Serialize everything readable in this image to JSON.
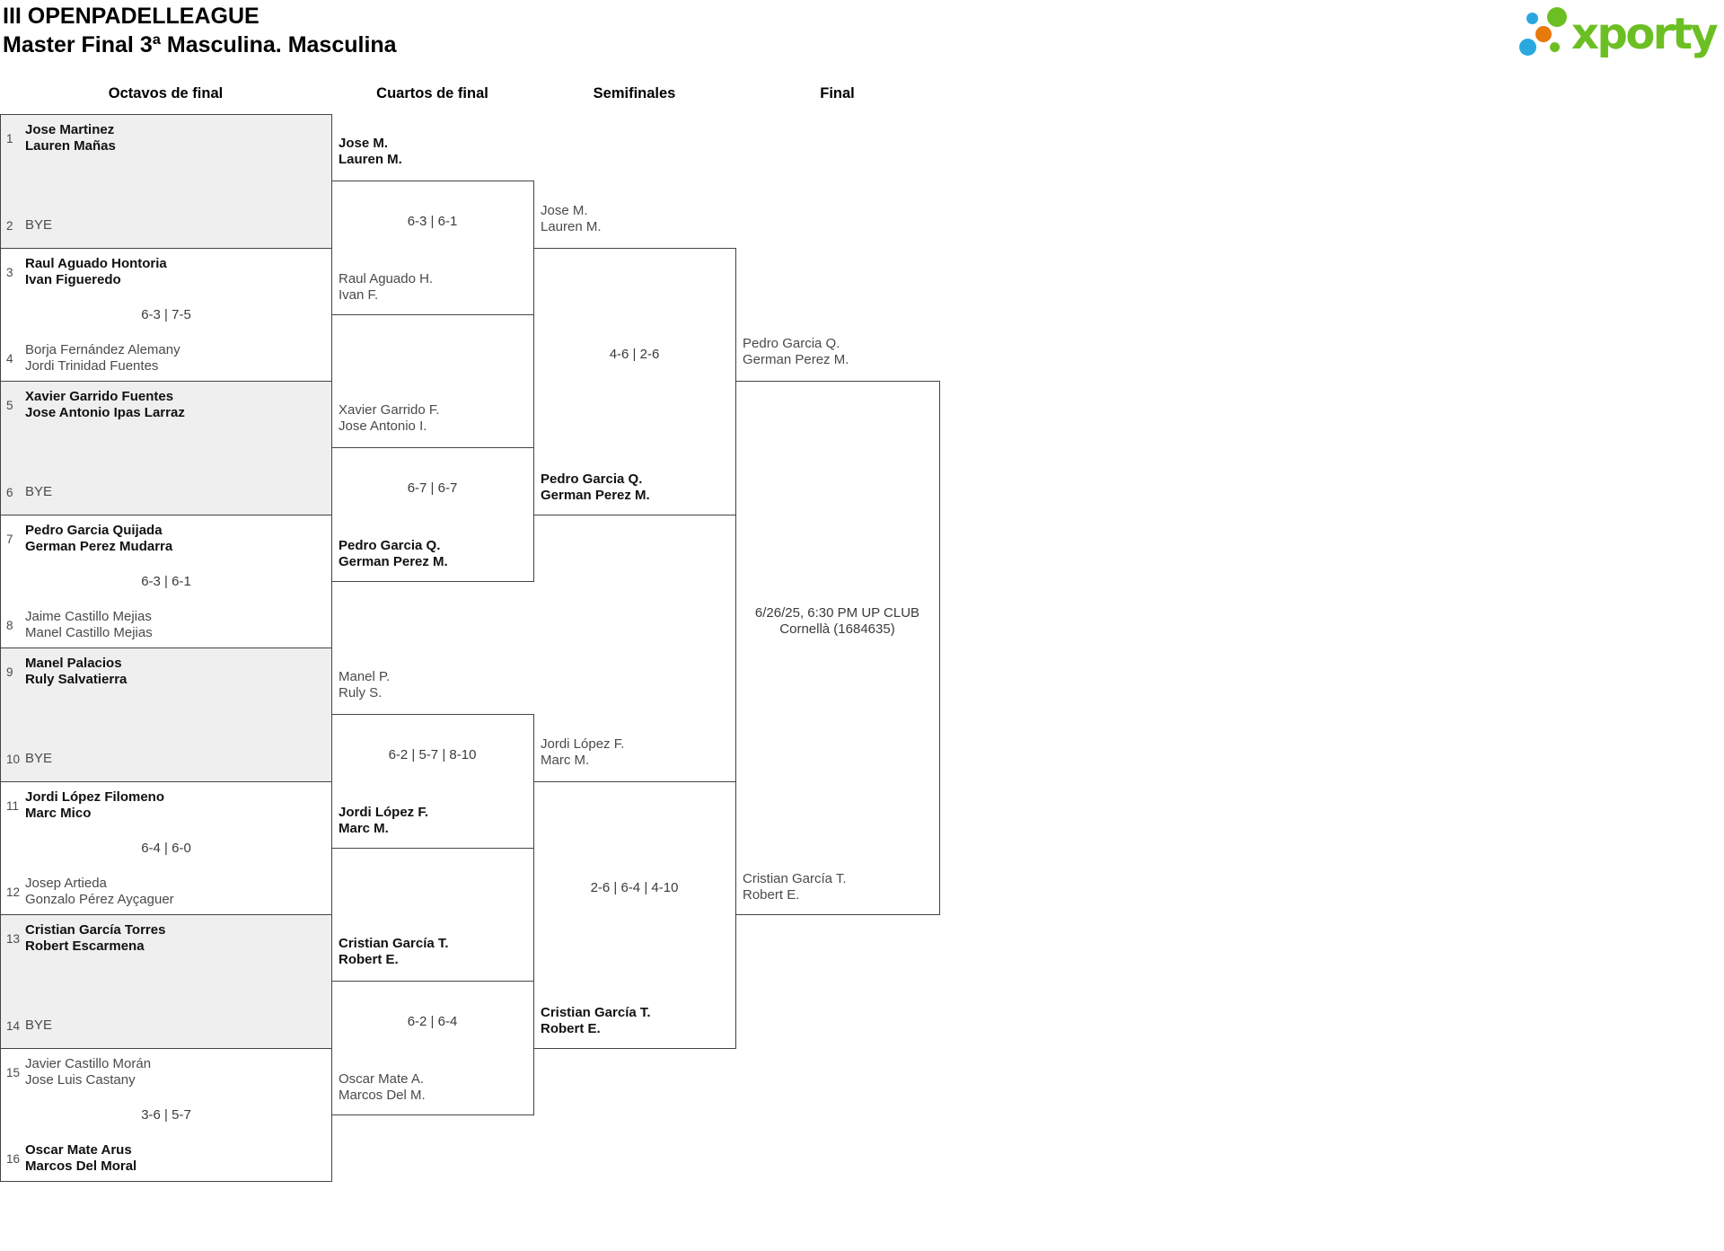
{
  "header": {
    "title": "III OPENPADELLEAGUE",
    "subtitle": "Master Final 3ª Masculina. Masculina"
  },
  "logo": {
    "text": "xporty",
    "colors": {
      "green": "#6cbf23",
      "blue": "#29a8e0",
      "orange": "#e8790d"
    }
  },
  "ui_colors": {
    "box_border": "#444444",
    "bye_box_fill": "#efefef",
    "winner_text": "#111111",
    "secondary_text": "#4a4a4a",
    "score_text": "#3a3a3a"
  },
  "columns": [
    "Octavos de final",
    "Cuartos de final",
    "Semifinales",
    "Final"
  ],
  "rounds": {
    "octavos": [
      {
        "seed1": "1",
        "team1": [
          "Jose Martinez",
          "Lauren Mañas"
        ],
        "team1_winner": true,
        "seed2": "2",
        "team2": [
          "BYE"
        ],
        "team2_winner": false,
        "bye": true,
        "score": ""
      },
      {
        "seed1": "3",
        "team1": [
          "Raul Aguado Hontoria",
          "Ivan Figueredo"
        ],
        "team1_winner": true,
        "seed2": "4",
        "team2": [
          "Borja Fernández Alemany",
          "Jordi Trinidad Fuentes"
        ],
        "team2_winner": false,
        "bye": false,
        "score": "6-3 | 7-5"
      },
      {
        "seed1": "5",
        "team1": [
          "Xavier Garrido Fuentes",
          "Jose Antonio Ipas Larraz"
        ],
        "team1_winner": true,
        "seed2": "6",
        "team2": [
          "BYE"
        ],
        "team2_winner": false,
        "bye": true,
        "score": ""
      },
      {
        "seed1": "7",
        "team1": [
          "Pedro Garcia Quijada",
          "German Perez Mudarra"
        ],
        "team1_winner": true,
        "seed2": "8",
        "team2": [
          "Jaime Castillo Mejias",
          "Manel Castillo Mejias"
        ],
        "team2_winner": false,
        "bye": false,
        "score": "6-3 | 6-1"
      },
      {
        "seed1": "9",
        "team1": [
          "Manel Palacios",
          "Ruly Salvatierra"
        ],
        "team1_winner": true,
        "seed2": "10",
        "team2": [
          "BYE"
        ],
        "team2_winner": false,
        "bye": true,
        "score": ""
      },
      {
        "seed1": "11",
        "team1": [
          "Jordi López Filomeno",
          "Marc Mico"
        ],
        "team1_winner": true,
        "seed2": "12",
        "team2": [
          "Josep Artieda",
          "Gonzalo Pérez Ayçaguer"
        ],
        "team2_winner": false,
        "bye": false,
        "score": "6-4 | 6-0"
      },
      {
        "seed1": "13",
        "team1": [
          "Cristian García Torres",
          "Robert Escarmena"
        ],
        "team1_winner": true,
        "seed2": "14",
        "team2": [
          "BYE"
        ],
        "team2_winner": false,
        "bye": true,
        "score": ""
      },
      {
        "seed1": "15",
        "team1": [
          "Javier Castillo Morán",
          "Jose Luis Castany"
        ],
        "team1_winner": false,
        "seed2": "16",
        "team2": [
          "Oscar Mate Arus",
          "Marcos Del Moral"
        ],
        "team2_winner": true,
        "bye": false,
        "score": "3-6 | 5-7"
      }
    ],
    "cuartos": [
      {
        "team1": [
          "Jose M.",
          "Lauren M."
        ],
        "team1_winner": true,
        "team2": [
          "Raul Aguado H.",
          "Ivan F."
        ],
        "team2_winner": false,
        "score": "6-3 | 6-1"
      },
      {
        "team1": [
          "Xavier Garrido F.",
          "Jose Antonio I."
        ],
        "team1_winner": false,
        "team2": [
          "Pedro Garcia Q.",
          "German Perez M."
        ],
        "team2_winner": true,
        "score": "6-7 | 6-7"
      },
      {
        "team1": [
          "Manel P.",
          "Ruly S."
        ],
        "team1_winner": false,
        "team2": [
          "Jordi López F.",
          "Marc M."
        ],
        "team2_winner": true,
        "score": "6-2 | 5-7 | 8-10"
      },
      {
        "team1": [
          "Cristian García T.",
          "Robert E."
        ],
        "team1_winner": true,
        "team2": [
          "Oscar Mate A.",
          "Marcos Del M."
        ],
        "team2_winner": false,
        "score": "6-2 | 6-4"
      }
    ],
    "semifinales": [
      {
        "team1": [
          "Jose M.",
          "Lauren M."
        ],
        "team1_winner": false,
        "team2": [
          "Pedro Garcia Q.",
          "German Perez M."
        ],
        "team2_winner": true,
        "score": "4-6 | 2-6"
      },
      {
        "team1": [
          "Jordi López F.",
          "Marc M."
        ],
        "team1_winner": false,
        "team2": [
          "Cristian García T.",
          "Robert E."
        ],
        "team2_winner": true,
        "score": "2-6 | 6-4 | 4-10"
      }
    ],
    "final": [
      {
        "team1": [
          "Pedro Garcia Q.",
          "German Perez M."
        ],
        "team1_winner": false,
        "team2": [
          "Cristian García T.",
          "Robert E."
        ],
        "team2_winner": false,
        "schedule": [
          "6/26/25, 6:30 PM UP CLUB",
          "Cornellà (1684635)"
        ]
      }
    ]
  }
}
